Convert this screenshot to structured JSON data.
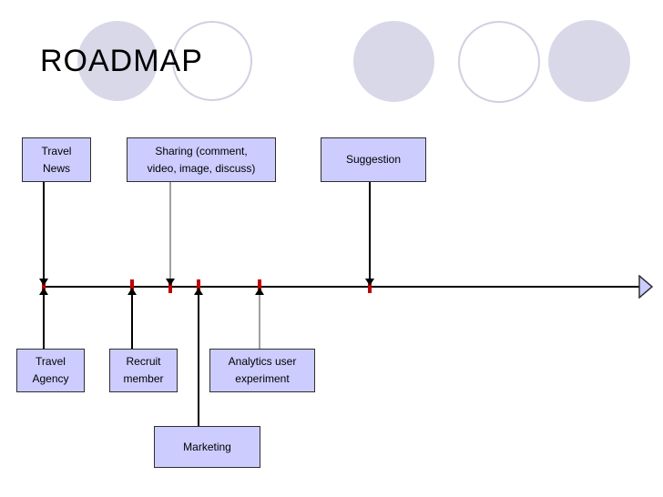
{
  "slide": {
    "title": "ROADMAP"
  },
  "diagram": {
    "top_boxes": {
      "travel_news": "Travel\nNews",
      "sharing": "Sharing (comment,\nvideo, image, discuss)",
      "suggestion": "Suggestion"
    },
    "bottom_boxes": {
      "travel_agency": "Travel\nAgency",
      "recruit_member": "Recruit\nmember",
      "analytics": "Analytics user\nexperiment",
      "marketing": "Marketing"
    },
    "milestone_tick_count": 6
  },
  "colors": {
    "background": "#ffffff",
    "box_fill": "#ccccff",
    "box_border": "#2e2e2e",
    "decorative_circle_fill": "#d8d8e8",
    "decorative_circle_outline": "#d0d0e2",
    "timeline_line": "#000000",
    "gray_connector": "#a0a0a0",
    "milestone_tick": "#c00000",
    "timeline_arrowhead_fill": "#ccccff"
  }
}
